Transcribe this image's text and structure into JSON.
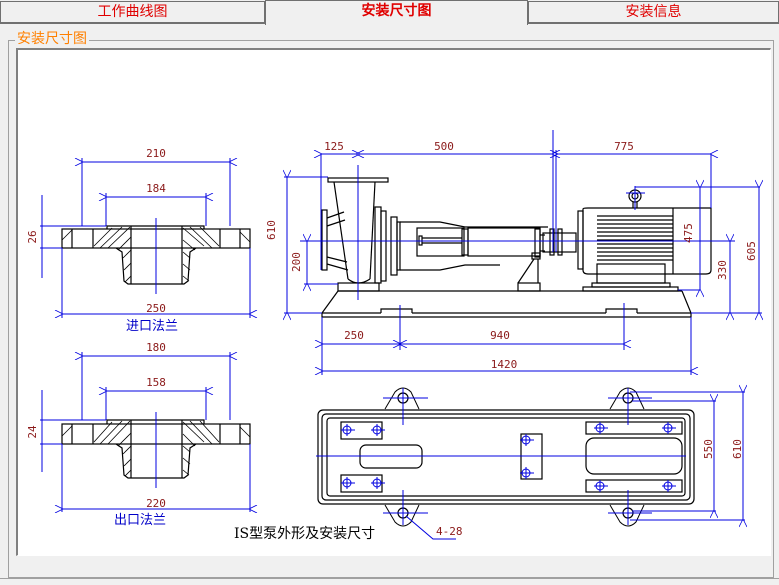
{
  "tabs": [
    {
      "label": "工作曲线图",
      "active": false
    },
    {
      "label": "安装尺寸图",
      "active": true
    },
    {
      "label": "安装信息",
      "active": false
    }
  ],
  "group": {
    "title": "安装尺寸图"
  },
  "colors": {
    "tab_text": "#e00000",
    "group_title": "#ff8000",
    "dimension_line": "#0000e0",
    "dimension_text": "#8b1a1a",
    "label_blue": "#0000c8"
  },
  "drawing": {
    "title": "IS型泵外形及安装尺寸",
    "inlet_flange": {
      "label": "进口法兰",
      "outer_d": "250",
      "bolt_circle": "210",
      "raised_face": "184",
      "thickness": "26"
    },
    "outlet_flange": {
      "label": "出口法兰",
      "outer_d": "220",
      "bolt_circle": "180",
      "raised_face": "158",
      "thickness": "24"
    },
    "side_view": {
      "dims_top": [
        "125",
        "500",
        "775"
      ],
      "height_total": "610",
      "inlet_height": "200",
      "motor_height": "475",
      "shaft_height": "330",
      "overall_height": "605",
      "dims_bottom": [
        "250",
        "940"
      ],
      "base_length": "1420"
    },
    "top_view": {
      "bolt_spacing": "550",
      "base_width": "610",
      "anchor_holes": "4-28"
    }
  }
}
